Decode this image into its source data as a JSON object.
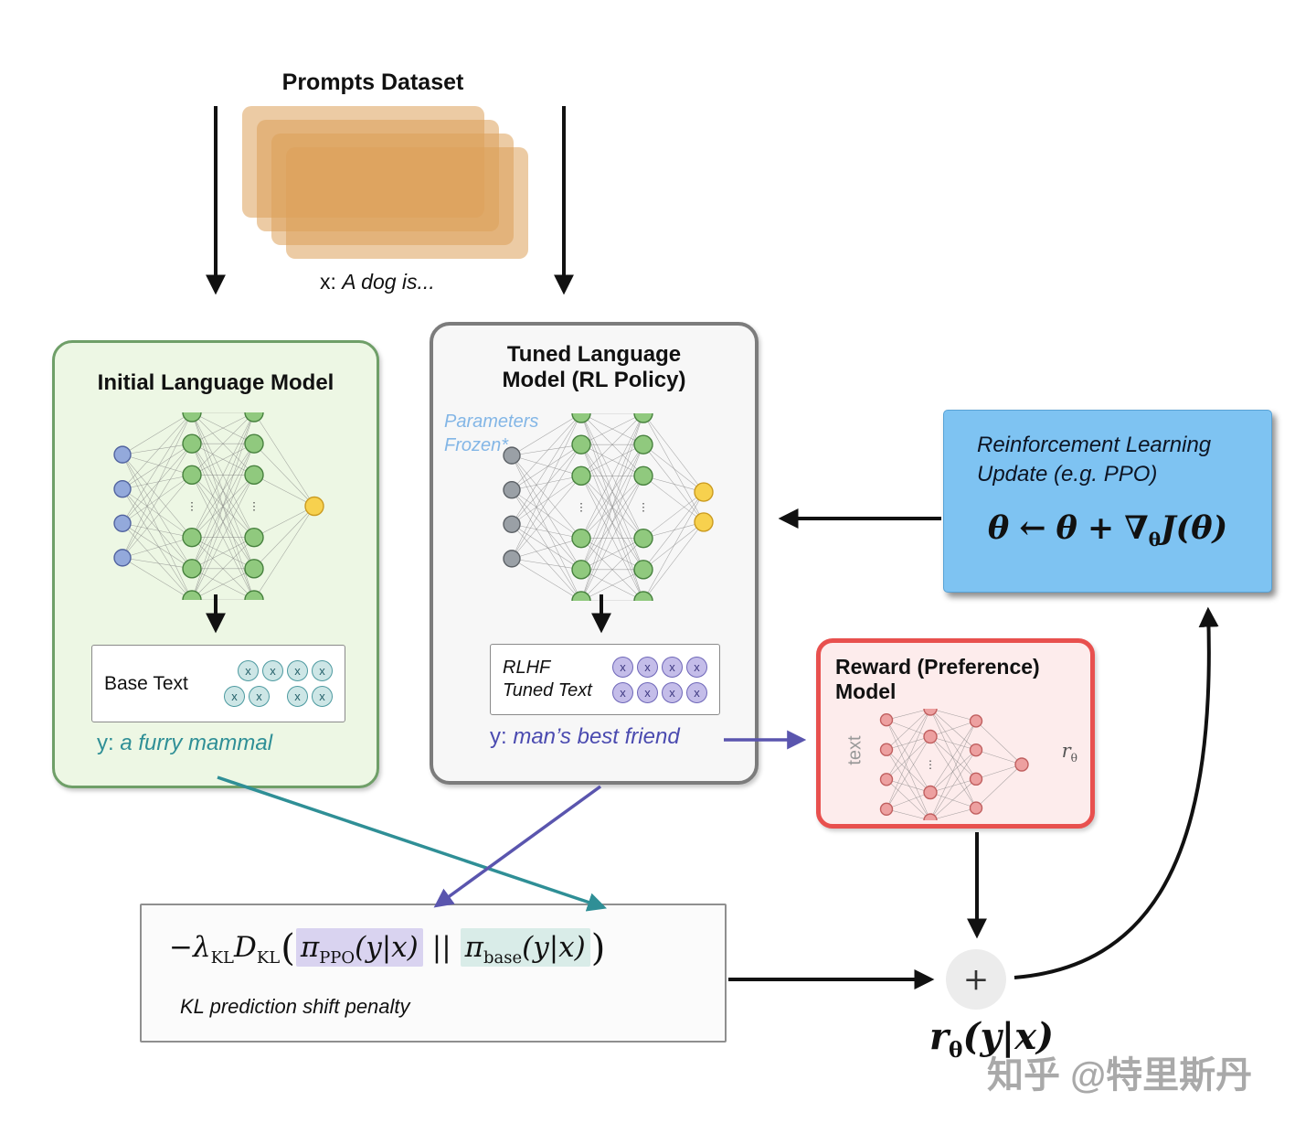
{
  "colors": {
    "card": "#dda05a",
    "green_border": "#6f9f68",
    "gray_border": "#7c7c7c",
    "red_border": "#e8504e",
    "blue_fill": "#7ec3f2",
    "teal": "#2f8f96",
    "purple": "#5a55ae",
    "ppo_highlight": "#d9d3f0",
    "base_highlight": "#d9ece8"
  },
  "prompts": {
    "title": "Prompts Dataset",
    "example_prefix": "x: ",
    "example_text": "A dog is..."
  },
  "initial_model": {
    "title": "Initial Language Model",
    "output_label": "Base Text",
    "token_char": "x",
    "output_prefix": "y: ",
    "output_text": "a furry mammal"
  },
  "tuned_model": {
    "title_l1": "Tuned Language",
    "title_l2": "Model (RL Policy)",
    "frozen_note": "Parameters Frozen*",
    "output_label_l1": "RLHF",
    "output_label_l2": "Tuned Text",
    "token_char": "x",
    "output_prefix": "y: ",
    "output_text": "man’s best friend"
  },
  "reward_model": {
    "title_l1": "Reward (Preference)",
    "title_l2": "Model",
    "input_label": "text",
    "output_symbol": "r",
    "output_subscript": "θ"
  },
  "rl_update": {
    "title_l1": "Reinforcement Learning",
    "title_l2": "Update (e.g. PPO)",
    "formula": {
      "lhs": "θ",
      "arrow": "←",
      "rhs_theta": "θ",
      "plus": "+",
      "nabla": "∇",
      "nabla_sub": "θ",
      "j": "J(θ)"
    }
  },
  "kl_box": {
    "prefix": "−λ",
    "prefix_sub": "KL",
    "d": "D",
    "d_sub": "KL",
    "open_paren": "(",
    "pi_ppo": "π",
    "ppo_sub": "PPO",
    "ppo_args": "(y|x)",
    "parallel": "||",
    "pi_base": "π",
    "base_sub": "base",
    "base_args": "(y|x)",
    "close_paren": ")",
    "caption": "KL prediction shift penalty"
  },
  "sum_node": {
    "symbol": "+"
  },
  "output_formula": {
    "r": "r",
    "r_sub": "θ",
    "args": "(y|x)"
  },
  "watermark": "知乎 @特里斯丹"
}
